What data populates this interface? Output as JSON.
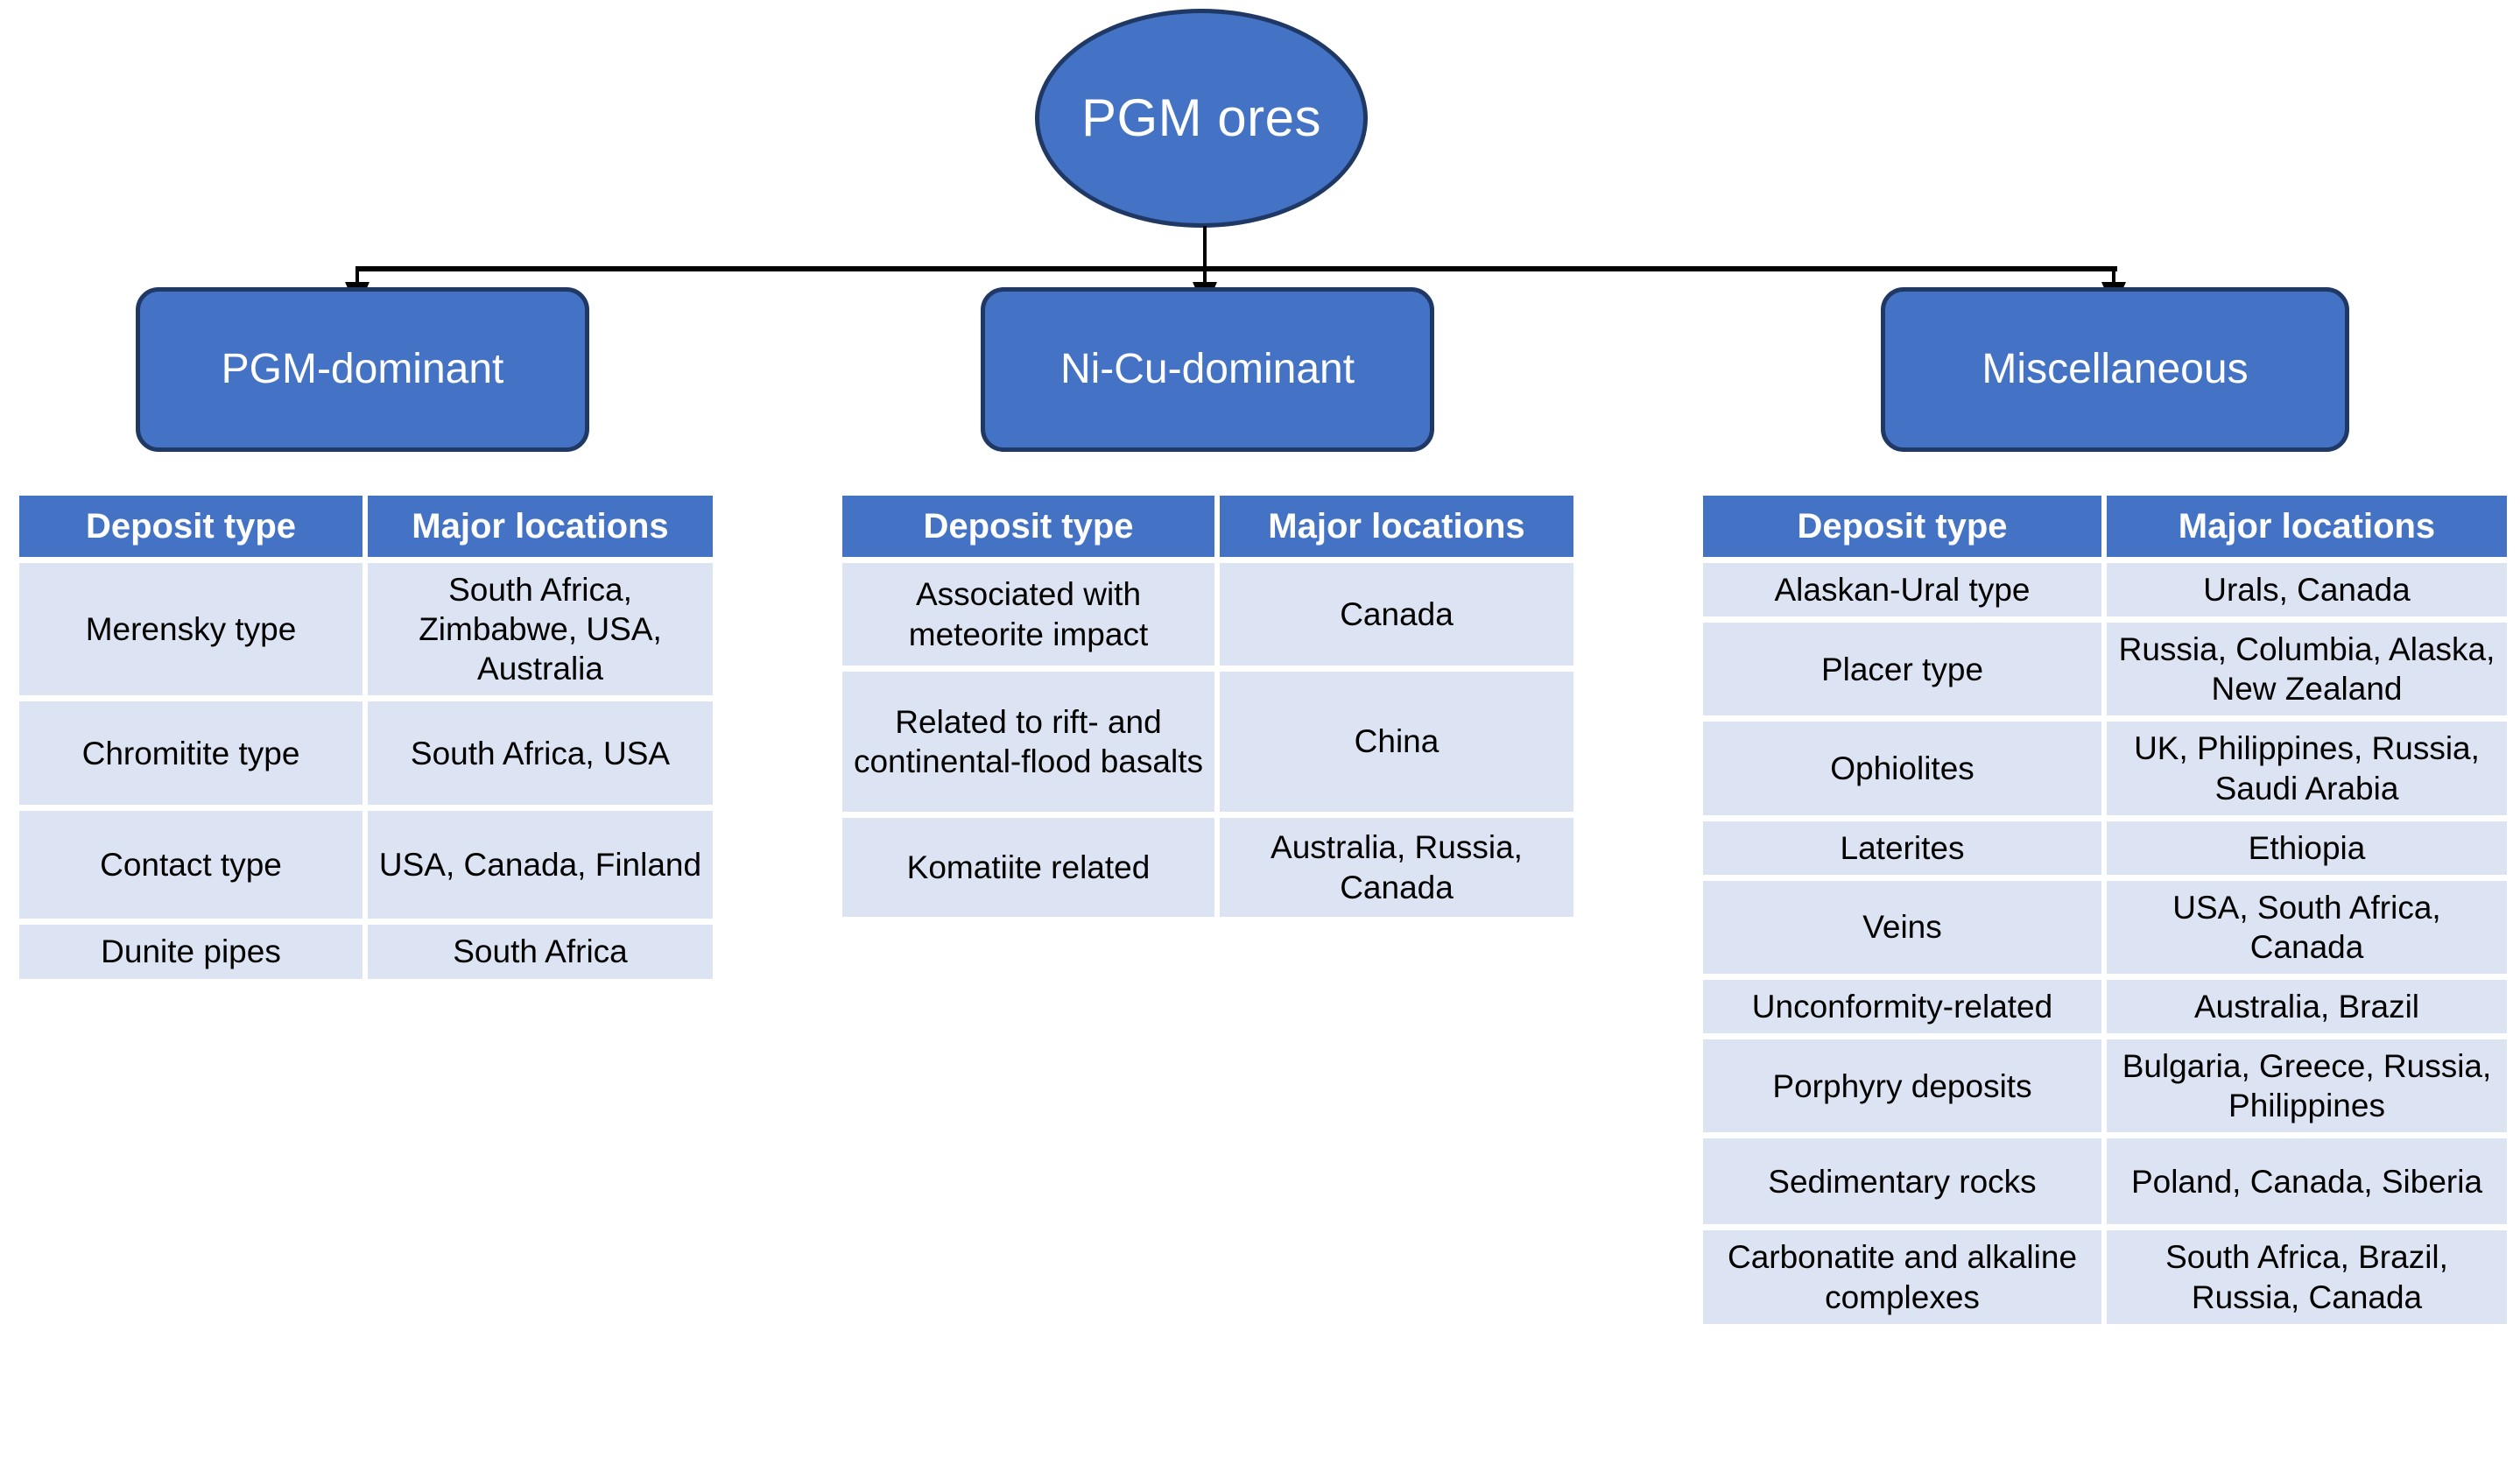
{
  "diagram": {
    "root": {
      "label": "PGM ores",
      "shape": "ellipse",
      "fill_color": "#4472C4",
      "border_color": "#1F3864",
      "text_color": "#FFFFFF"
    },
    "branch_colors": {
      "box_fill": "#4472C4",
      "box_border": "#1F3864",
      "box_text": "#FFFFFF",
      "table_header_fill": "#4472C4",
      "table_header_text": "#FFFFFF",
      "table_cell_fill": "#DCE3F2",
      "table_cell_text": "#000000",
      "connector": "#000000"
    },
    "branches": [
      {
        "id": "pgm-dominant",
        "label": "PGM-dominant",
        "table": {
          "columns": [
            "Deposit type",
            "Major locations"
          ],
          "rows": [
            [
              "Merensky type",
              "South Africa, Zimbabwe, USA, Australia"
            ],
            [
              "Chromitite type",
              "South Africa, USA"
            ],
            [
              "Contact type",
              "USA, Canada, Finland"
            ],
            [
              "Dunite pipes",
              "South Africa"
            ]
          ]
        }
      },
      {
        "id": "nicu-dominant",
        "label": "Ni-Cu-dominant",
        "table": {
          "columns": [
            "Deposit type",
            "Major locations"
          ],
          "rows": [
            [
              "Associated with meteorite impact",
              "Canada"
            ],
            [
              "Related to rift- and continental-flood basalts",
              "China"
            ],
            [
              "Komatiite related",
              "Australia, Russia, Canada"
            ]
          ]
        }
      },
      {
        "id": "miscellaneous",
        "label": "Miscellaneous",
        "table": {
          "columns": [
            "Deposit type",
            "Major locations"
          ],
          "rows": [
            [
              "Alaskan-Ural type",
              "Urals, Canada"
            ],
            [
              "Placer type",
              "Russia, Columbia, Alaska, New Zealand"
            ],
            [
              "Ophiolites",
              "UK, Philippines, Russia, Saudi Arabia"
            ],
            [
              "Laterites",
              "Ethiopia"
            ],
            [
              "Veins",
              "USA, South Africa, Canada"
            ],
            [
              "Unconformity-related",
              "Australia, Brazil"
            ],
            [
              "Porphyry deposits",
              "Bulgaria, Greece, Russia, Philippines"
            ],
            [
              "Sedimentary rocks",
              "Poland, Canada, Siberia"
            ],
            [
              "Carbonatite and alkaline complexes",
              "South Africa, Brazil, Russia, Canada"
            ]
          ]
        }
      }
    ]
  }
}
